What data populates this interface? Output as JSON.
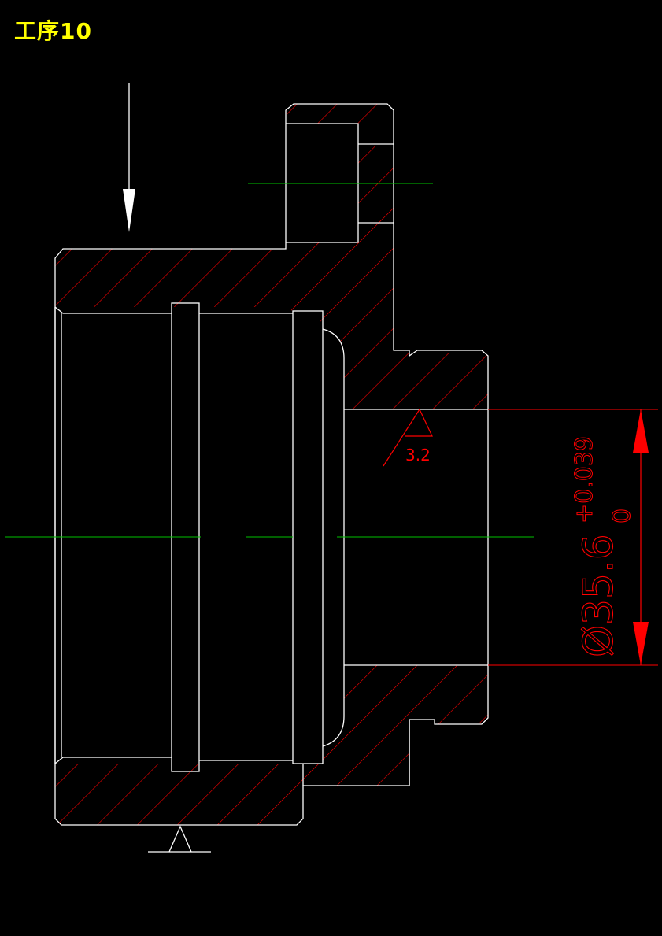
{
  "drawing": {
    "title": "工序10",
    "roughness_value": "3.2",
    "dimension": {
      "prefix": "Ø",
      "nominal": "35.6",
      "upper_tolerance": "+0.039",
      "lower_tolerance": "0"
    },
    "colors": {
      "background": "#000000",
      "outline": "#ffffff",
      "hatch": "#ff0000",
      "centerline": "#00c000",
      "dimension": "#ff0000",
      "title": "#ffff00"
    }
  }
}
